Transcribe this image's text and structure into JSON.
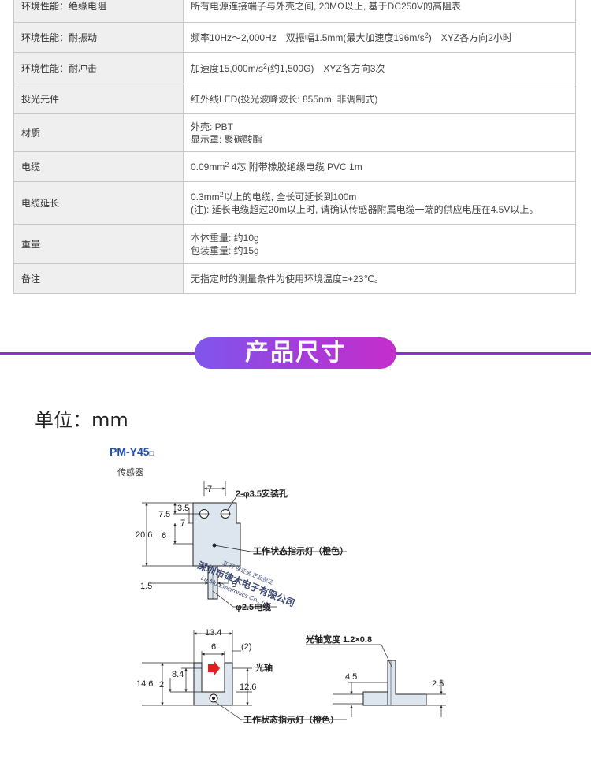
{
  "spec_rows": [
    {
      "key": "环境性能：绝缘电阻",
      "lines": [
        [
          {
            "t": "所有电源连接端子与外壳之间, 20MΩ以上, 基于DC250V的高阻表"
          }
        ]
      ]
    },
    {
      "key": "环境性能：耐振动",
      "lines": [
        [
          {
            "t": "频率10Hz～2,000Hz　双振幅1.5mm(最大加速度196m/s"
          },
          {
            "t": "2",
            "sup": true
          },
          {
            "t": ")　XYZ各方向2小时"
          }
        ]
      ]
    },
    {
      "key": "环境性能：耐冲击",
      "lines": [
        [
          {
            "t": "加速度15,000m/s"
          },
          {
            "t": "2",
            "sup": true
          },
          {
            "t": "(约1,500G)　XYZ各方向3次"
          }
        ]
      ]
    },
    {
      "key": "投光元件",
      "lines": [
        [
          {
            "t": "红外线LED(投光波峰波长: 855nm, 非调制式)"
          }
        ]
      ]
    },
    {
      "key": "材质",
      "lines": [
        [
          {
            "t": "外壳: PBT"
          }
        ],
        [
          {
            "t": "显示罩: 聚碳酸酯"
          }
        ]
      ]
    },
    {
      "key": "电缆",
      "lines": [
        [
          {
            "t": "0.09mm"
          },
          {
            "t": "2",
            "sup": true
          },
          {
            "t": " 4芯 附带橡胶绝缘电缆 PVC 1m"
          }
        ]
      ]
    },
    {
      "key": "电缆延长",
      "lines": [
        [
          {
            "t": "0.3mm"
          },
          {
            "t": "2",
            "sup": true
          },
          {
            "t": "以上的电缆, 全长可延长到100m"
          }
        ],
        [
          {
            "t": "(注): 延长电缆超过20m以上时, 请确认传感器附属电缆一端的供应电压在4.5V以上。"
          }
        ]
      ]
    },
    {
      "key": "重量",
      "lines": [
        [
          {
            "t": "本体重量: 约10g"
          }
        ],
        [
          {
            "t": "包装重量: 约15g"
          }
        ]
      ]
    },
    {
      "key": "备注",
      "lines": [
        [
          {
            "t": "无指定时的测量条件为使用环境温度=+23℃。"
          }
        ]
      ]
    }
  ],
  "banner": {
    "title": "产品尺寸"
  },
  "unit_label": "单位：mm",
  "model": {
    "name": "PM-Y45",
    "suffix": "□",
    "subtitle": "传感器"
  },
  "drawing": {
    "top_width": "7",
    "hole_label": "2-φ3.5安装孔",
    "dim_3_5": "3.5",
    "dim_7_5": "7.5",
    "dim_7": "7",
    "dim_20_6": "20.6",
    "dim_6": "6",
    "indicator_label": "工作状态指示灯（橙色）",
    "dim_5": "5",
    "dim_1_5": "1.5",
    "cable_label": "φ2.5电缆",
    "stamp_top": "五 行 保证金   正品保证",
    "stamp_main": "深圳市律木电子有限公司",
    "stamp_en": "Lu Mu Electronics Co., Ltd.",
    "front_width": "13.4",
    "front_gap": "6",
    "front_paren": "(2)",
    "front_8_4": "8.4",
    "front_axis": "光轴",
    "front_14_6": "14.6",
    "front_2": "2",
    "front_12_6": "12.6",
    "front_indicator": "工作状态指示灯（橙色）",
    "side_axis_width": "光轴宽度 1.2×0.8",
    "side_4_5": "4.5",
    "side_2_5": "2.5"
  },
  "colors": {
    "banner_start": "#7f56ee",
    "banner_end": "#c52ecc",
    "line": "#8e2fd6",
    "model": "#1d4fb0",
    "body_fill": "#dde5ee",
    "arrow": "#e02020"
  }
}
